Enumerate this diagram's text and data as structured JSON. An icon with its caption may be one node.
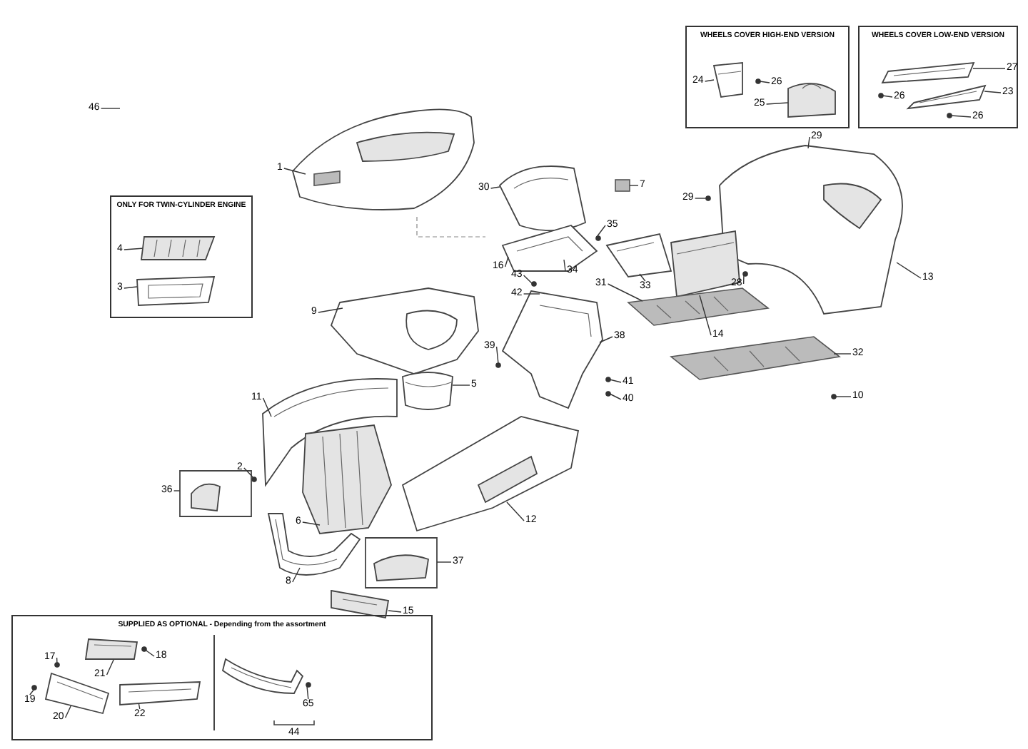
{
  "diagram": {
    "nodes": [
      {
        "text": [
          "WHEELS COVER HIGH-END VERSION"
        ]
      },
      {
        "text": [
          "24"
        ],
        "in": 0
      },
      {
        "text": [
          "26"
        ],
        "in": 0
      },
      {
        "text": [
          "25"
        ],
        "in": 0
      },
      {
        "text": [
          "WHEELS COVER LOW-END VERSION"
        ]
      },
      {
        "text": [
          "27"
        ],
        "in": 4
      },
      {
        "text": [
          "26"
        ],
        "in": 4
      },
      {
        "text": [
          "23"
        ],
        "in": 4
      },
      {
        "text": [
          "26"
        ],
        "in": 4
      },
      {
        "text": [
          "46"
        ]
      },
      {
        "text": [
          "1"
        ]
      },
      {
        "text": [
          "ONLY FOR TWIN-CYLINDER ENGINE"
        ]
      },
      {
        "text": [
          "4"
        ],
        "in": 11
      },
      {
        "text": [
          "3"
        ],
        "in": 11
      },
      {
        "text": [
          "30"
        ]
      },
      {
        "text": [
          "7"
        ]
      },
      {
        "text": [
          "29"
        ]
      },
      {
        "text": [
          "29"
        ]
      },
      {
        "text": [
          "35"
        ]
      },
      {
        "text": [
          "16"
        ]
      },
      {
        "text": [
          "34"
        ]
      },
      {
        "text": [
          "43"
        ]
      },
      {
        "text": [
          "33"
        ]
      },
      {
        "text": [
          "13"
        ]
      },
      {
        "text": [
          "28"
        ]
      },
      {
        "text": [
          "14"
        ]
      },
      {
        "text": [
          "42"
        ]
      },
      {
        "text": [
          "31"
        ]
      },
      {
        "text": [
          "9"
        ]
      },
      {
        "text": [
          "32"
        ]
      },
      {
        "text": [
          "5"
        ]
      },
      {
        "text": [
          "39"
        ]
      },
      {
        "text": [
          "41"
        ]
      },
      {
        "text": [
          "40"
        ]
      },
      {
        "text": [
          "38"
        ]
      },
      {
        "text": [
          "10"
        ]
      },
      {
        "text": [
          "11"
        ]
      },
      {
        "text": [
          "2"
        ]
      },
      {
        "text": [
          "36"
        ]
      },
      {
        "text": [
          "6"
        ]
      },
      {
        "text": [
          "12"
        ]
      },
      {
        "text": [
          "8"
        ]
      },
      {
        "text": [
          "37"
        ]
      },
      {
        "text": [
          "15"
        ]
      },
      {
        "text": [
          "SUPPLIED AS OPTIONAL - Depending from the assortment"
        ]
      },
      {
        "text": [
          "17"
        ],
        "in": 44
      },
      {
        "text": [
          "18"
        ],
        "in": 44
      },
      {
        "text": [
          "21"
        ],
        "in": 44
      },
      {
        "text": [
          "19"
        ],
        "in": 44
      },
      {
        "text": [
          "20"
        ],
        "in": 44
      },
      {
        "text": [
          "22"
        ],
        "in": 44
      },
      {
        "text": [
          "65"
        ],
        "in": 44
      },
      {
        "text": [
          "44"
        ],
        "in": 44
      },
      {
        "text": [],
        "shape": "picture",
        "in": 0
      },
      {
        "text": [],
        "shape": "circle",
        "in": 0
      },
      {
        "text": [],
        "shape": "picture",
        "in": 0
      },
      {
        "text": [],
        "shape": "picture",
        "in": 4
      },
      {
        "text": [],
        "shape": "circle",
        "in": 4
      },
      {
        "text": [],
        "shape": "picture",
        "in": 4
      },
      {
        "text": [],
        "shape": "circle",
        "in": 4
      },
      {
        "text": [],
        "shape": "picture"
      },
      {
        "text": [],
        "shape": "picture",
        "in": 11
      },
      {
        "text": [],
        "shape": "picture",
        "in": 11
      },
      {
        "text": [],
        "shape": "picture"
      },
      {
        "text": [],
        "shape": "box"
      },
      {
        "text": [],
        "shape": "picture"
      },
      {
        "text": [],
        "shape": "circle"
      },
      {
        "text": [],
        "shape": "circle"
      },
      {
        "text": [],
        "shape": "picture"
      },
      {
        "text": [],
        "shape": "circle"
      },
      {
        "text": [],
        "shape": "picture"
      },
      {
        "text": [],
        "shape": "circle"
      },
      {
        "text": [],
        "shape": "picture"
      },
      {
        "text": [],
        "shape": "picture"
      },
      {
        "text": [],
        "shape": "picture"
      },
      {
        "text": [],
        "shape": "picture"
      },
      {
        "text": [],
        "shape": "picture"
      },
      {
        "text": [],
        "shape": "picture"
      },
      {
        "text": [],
        "shape": "circle"
      },
      {
        "text": [],
        "shape": "circle"
      },
      {
        "text": [],
        "shape": "circle"
      },
      {
        "text": [],
        "shape": "circle"
      },
      {
        "text": [],
        "shape": "picture"
      },
      {
        "text": [],
        "shape": "circle"
      },
      {
        "text": [],
        "shape": "picture"
      },
      {
        "text": [],
        "shape": "picture"
      },
      {
        "text": [],
        "shape": "picture"
      },
      {
        "text": [],
        "shape": "picture"
      },
      {
        "text": [],
        "shape": "picture"
      },
      {
        "text": [],
        "shape": "picture"
      },
      {
        "text": [],
        "shape": "circle",
        "in": 44
      },
      {
        "text": [],
        "shape": "circle",
        "in": 44
      },
      {
        "text": [],
        "shape": "picture",
        "in": 44
      },
      {
        "text": [],
        "shape": "circle",
        "in": 44
      },
      {
        "text": [],
        "shape": "picture",
        "in": 44
      },
      {
        "text": [],
        "shape": "picture",
        "in": 44
      },
      {
        "text": [],
        "shape": "picture",
        "in": 44
      },
      {
        "text": [],
        "shape": "circle",
        "in": 44
      }
    ],
    "edges": [
      {
        "from": 1,
        "to": 53,
        "arrow": "none"
      },
      {
        "from": 2,
        "to": 54,
        "arrow": "none"
      },
      {
        "from": 3,
        "to": 55,
        "arrow": "none"
      },
      {
        "from": 5,
        "to": 56,
        "arrow": "none"
      },
      {
        "from": 6,
        "to": 57,
        "arrow": "none"
      },
      {
        "from": 7,
        "to": 58,
        "arrow": "none"
      },
      {
        "from": 8,
        "to": 59,
        "arrow": "none"
      },
      {
        "from": 9,
        "to": null,
        "arrow": "none"
      },
      {
        "from": 10,
        "to": 60,
        "arrow": "none"
      },
      {
        "from": 12,
        "to": 61,
        "arrow": "none"
      },
      {
        "from": 13,
        "to": 62,
        "arrow": "none"
      },
      {
        "from": 14,
        "to": 63,
        "arrow": "none"
      },
      {
        "from": 15,
        "to": 64,
        "arrow": "none"
      },
      {
        "from": 16,
        "to": 65,
        "arrow": "none"
      },
      {
        "from": 17,
        "to": 66,
        "arrow": "none"
      },
      {
        "from": 18,
        "to": 67,
        "arrow": "none"
      },
      {
        "from": 19,
        "to": 68,
        "arrow": "none"
      },
      {
        "from": 20,
        "to": 68,
        "arrow": "none"
      },
      {
        "from": 21,
        "to": 69,
        "arrow": "none"
      },
      {
        "from": 22,
        "to": 70,
        "arrow": "none"
      },
      {
        "from": 23,
        "to": 65,
        "arrow": "none"
      },
      {
        "from": 24,
        "to": 71,
        "arrow": "none"
      },
      {
        "from": 25,
        "to": 72,
        "arrow": "none"
      },
      {
        "from": 26,
        "to": 73,
        "arrow": "none"
      },
      {
        "from": 27,
        "to": 74,
        "arrow": "none"
      },
      {
        "from": 28,
        "to": 75,
        "arrow": "none"
      },
      {
        "from": 29,
        "to": 76,
        "arrow": "none"
      },
      {
        "from": 30,
        "to": 77,
        "arrow": "none"
      },
      {
        "from": 31,
        "to": 78,
        "arrow": "none"
      },
      {
        "from": 32,
        "to": 79,
        "arrow": "none"
      },
      {
        "from": 33,
        "to": 80,
        "arrow": "none"
      },
      {
        "from": 34,
        "to": 73,
        "arrow": "none"
      },
      {
        "from": 35,
        "to": 81,
        "arrow": "none"
      },
      {
        "from": 36,
        "to": 82,
        "arrow": "none"
      },
      {
        "from": 37,
        "to": 83,
        "arrow": "none"
      },
      {
        "from": 38,
        "to": 84,
        "arrow": "none"
      },
      {
        "from": 39,
        "to": 85,
        "arrow": "none"
      },
      {
        "from": 40,
        "to": 86,
        "arrow": "none"
      },
      {
        "from": 41,
        "to": 87,
        "arrow": "none"
      },
      {
        "from": 42,
        "to": 88,
        "arrow": "none"
      },
      {
        "from": 43,
        "to": 89,
        "arrow": "none"
      },
      {
        "from": 45,
        "to": 90,
        "arrow": "none"
      },
      {
        "from": 46,
        "to": 91,
        "arrow": "none"
      },
      {
        "from": 47,
        "to": 92,
        "arrow": "none"
      },
      {
        "from": 48,
        "to": 93,
        "arrow": "none"
      },
      {
        "from": 49,
        "to": 94,
        "arrow": "none"
      },
      {
        "from": 50,
        "to": 95,
        "arrow": "none"
      },
      {
        "from": 51,
        "to": 97,
        "arrow": "none"
      }
    ]
  }
}
